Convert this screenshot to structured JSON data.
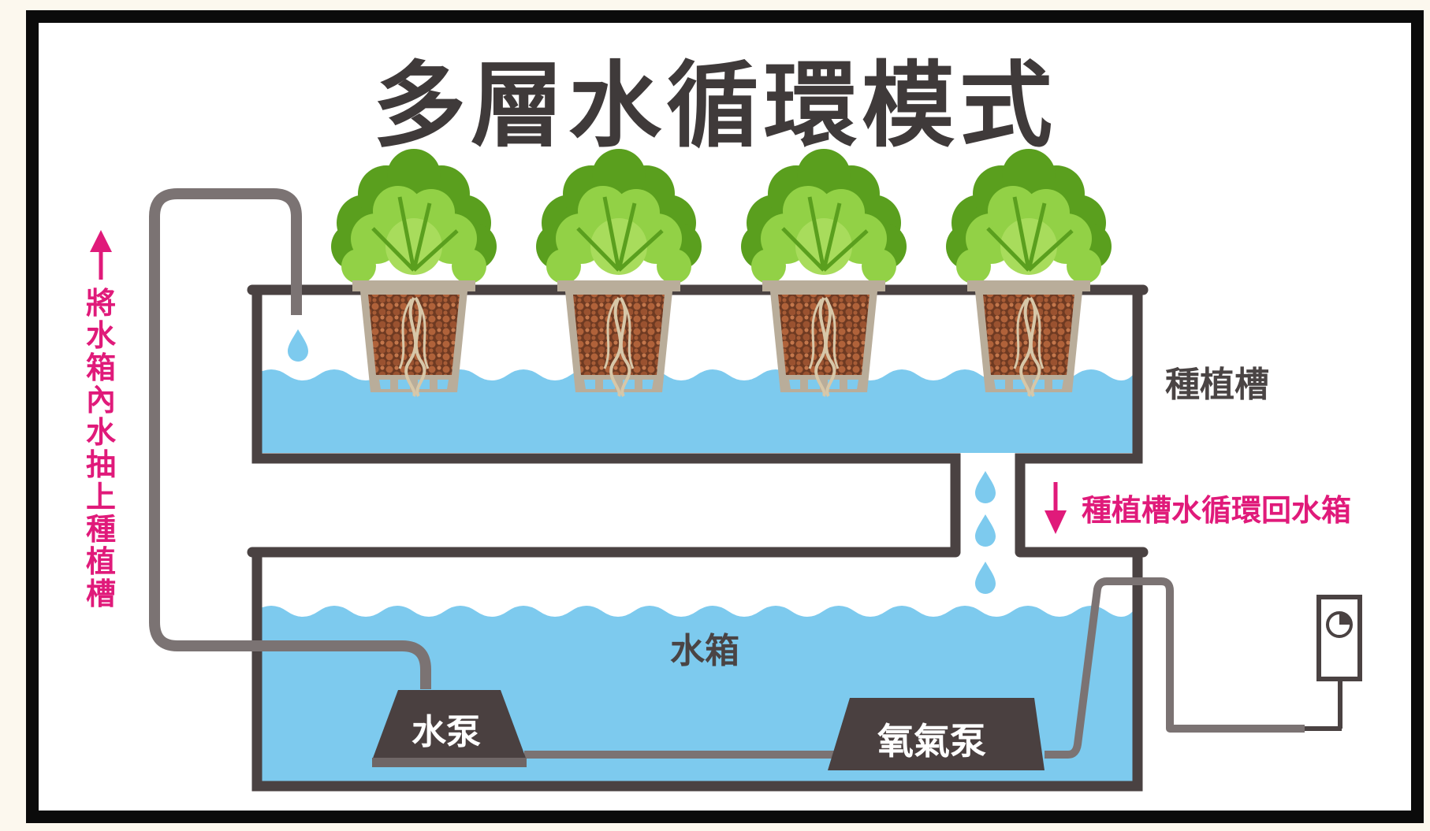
{
  "title": "多層水循環模式",
  "labels": {
    "planting_tank": "種植槽",
    "reservoir": "水箱",
    "water_pump": "水泵",
    "air_pump": "氧氣泵",
    "return_flow": "種植槽水循環回水箱",
    "pump_up": "將水箱內水抽上種植槽"
  },
  "plants": [
    {
      "name": "lettuce-1"
    },
    {
      "name": "lettuce-2"
    },
    {
      "name": "lettuce-3"
    },
    {
      "name": "lettuce-4"
    }
  ],
  "colors": {
    "frame": "#0b0b0b",
    "tank_wall": "#4a4242",
    "water": "#7dcaee",
    "pipe": "#7b7373",
    "pump": "#4a4040",
    "accent": "#e01a7a",
    "leaf_dark": "#5a9f1e",
    "leaf_light": "#92d146",
    "soil": "#8f4f2f"
  }
}
